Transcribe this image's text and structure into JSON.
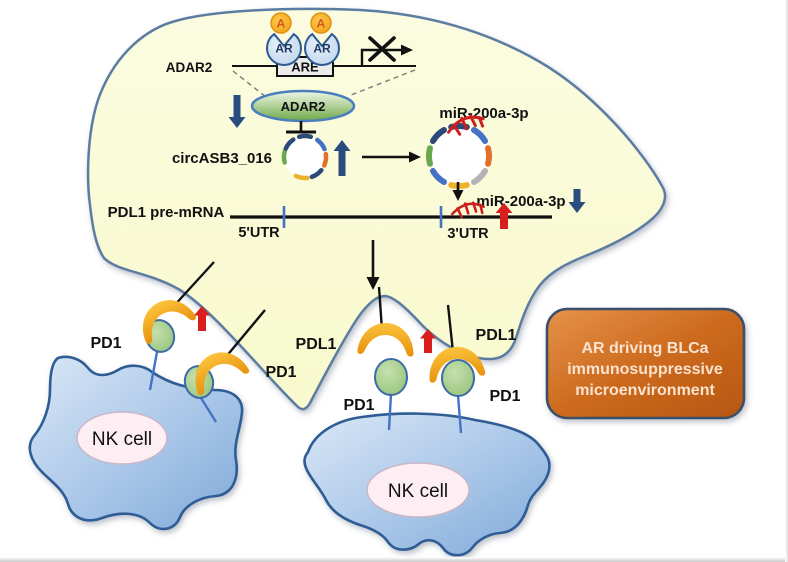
{
  "cell_pathway": {
    "gene_label": "ADAR2",
    "are_element": "ARE",
    "ar_protein": "AR",
    "androgen": "A",
    "enzyme": "ADAR2",
    "circrna": "circASB3_016",
    "mirna_free": "miR-200a-3p",
    "mirna_reduced": "miR-200a-3p",
    "pre_mrna": "PDL1 pre-mRNA",
    "utr5": "5'UTR",
    "utr3": "3'UTR"
  },
  "immune_synapse": {
    "pd1": "PD1",
    "pdl1": "PDL1",
    "nk_cell": "NK cell"
  },
  "annotation_box": {
    "line1": "AR driving BLCa",
    "line2": "immunosuppressive",
    "line3": "microenvironment"
  },
  "colors": {
    "tumor_cell_fill": "#fafbd5",
    "tumor_cell_border": "#5b7da1",
    "nk_cell_fill": "#9fc0e4",
    "nk_cell_border": "#2e5b94",
    "pd1_receptor_green": "#a5cf8d",
    "pdl1_crescent_orange": "#f2a71e",
    "annotation_box_fill": "#cd6a1e",
    "annotation_box_border": "#3d4f68",
    "annotation_box_text": "#fbe3cf",
    "increase_arrow_red": "#d91e1e",
    "regulatory_arrow_blue": "#2b4d7e",
    "adar2_ellipse_green": "#72ac4b",
    "ar_protein_blue": "#c9ddf1",
    "androgen_ball_orange": "#f7a81b",
    "nk_label_ellipse_pink": "#fdeef4",
    "mirna_seed_red": "#cc1f1f"
  }
}
